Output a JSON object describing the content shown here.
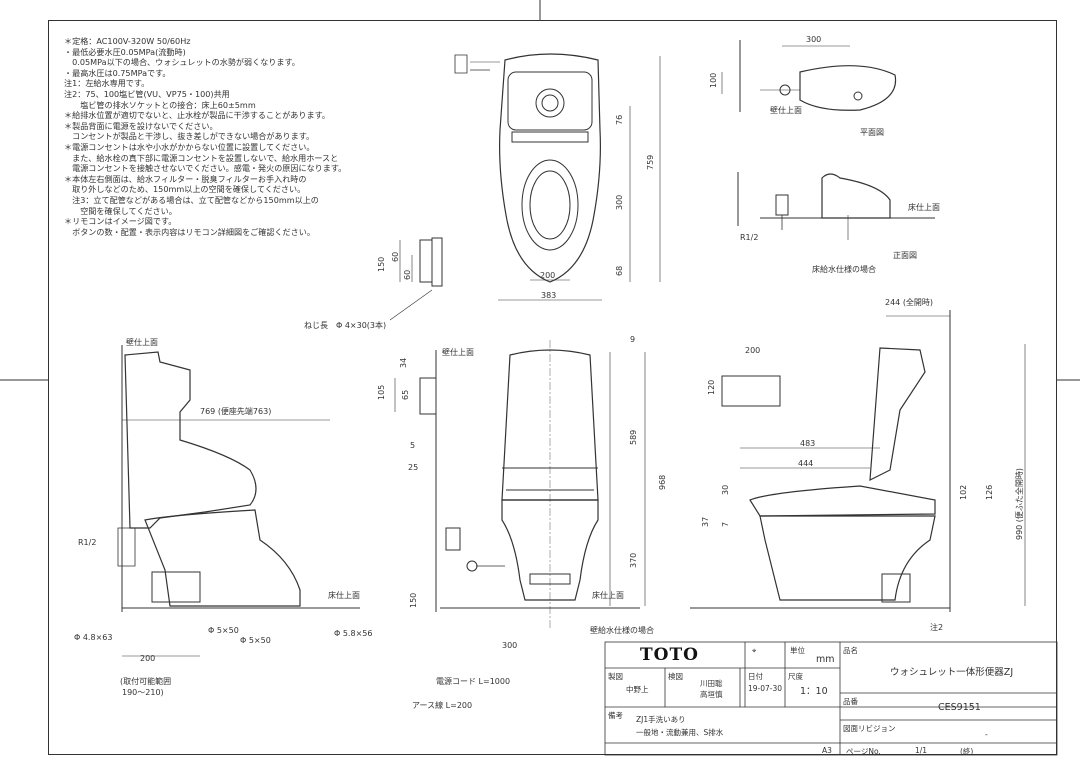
{
  "notes": [
    "＊定格：AC100V-320W 50/60Hz",
    "・最低必要水圧0.05MPa(流動時)",
    "　0.05MPa以下の場合、ウォシュレットの水勢が弱くなります。",
    "・最高水圧は0.75MPaです。",
    "注1：左給水専用です。",
    "注2：75、100塩ビ管(VU、VP75・100)共用",
    "　　塩ビ管の排水ソケットとの接合：床上60±5mm",
    "＊給排水位置が適切でないと、止水栓が製品に干渉することがあります。",
    "＊製品背面に電源を設けないでください。",
    "　コンセントが製品と干渉し、抜き差しができない場合があります。",
    "＊電源コンセントは水や小水がかからない位置に設置してください。",
    "　また、給水栓の真下部に電源コンセントを設置しないで、給水用ホースと",
    "　電源コンセントを接触させないでください。感電・発火の原因になります。",
    "＊本体左右側面は、給水フィルター・脱臭フィルターお手入れ時の",
    "　取り外しなどのため、150mm以上の空間を確保してください。",
    "　注3：立て配管などがある場合は、立て配管などから150mm以上の",
    "　　空間を確保してください。",
    "＊リモコンはイメージ図です。",
    "　ボタンの数・配置・表示内容はリモコン詳細図をご確認ください。"
  ],
  "labels": {
    "wall_top_1": "壁仕上面",
    "wall_top_2": "壁仕上面",
    "wall_top_3": "壁仕上面",
    "floor_1": "床仕上面",
    "floor_2": "床仕上面",
    "floor_3": "床仕上面",
    "plan_view": "平面図",
    "front_view": "正面図",
    "floor_supply": "床給水仕様の場合",
    "wall_supply": "壁給水仕様の場合",
    "r12_left": "R1/2",
    "r12_right": "R1/2",
    "screw": "ねじ長　Φ 4×30(3本)",
    "power_cord": "電源コード L=1000",
    "earth_wire": "アース線 L=200",
    "note2": "注2",
    "install_range": "(取付可能範囲",
    "install_range_val": "190～210)",
    "full_open": "244 (全開時)",
    "seat_open": "990 (便ふた全開時)",
    "seat_tip": "769 (便座先端763)"
  },
  "dims": {
    "top_759": "759",
    "top_76": "76",
    "top_300": "300",
    "top_68": "68",
    "top_200": "200",
    "top_383": "383",
    "plan_300": "300",
    "plan_100": "100",
    "rem_150": "150",
    "rem_60a": "60",
    "rem_60b": "60",
    "rem2_34": "34",
    "rem2_105": "105",
    "rem2_65": "65",
    "f_9": "9",
    "f_589": "589",
    "f_968": "968",
    "f_370": "370",
    "f_5": "5",
    "f_25": "25",
    "f_150": "150",
    "f_300": "300",
    "s_200": "200",
    "s_48": "Φ 4.8×63",
    "s_5a": "Φ 5×50",
    "s_5b": "Φ 5×50",
    "s_58": "Φ 5.8×56",
    "r_200": "200",
    "r_120": "120",
    "r_483": "483",
    "r_444": "444",
    "r_30": "30",
    "r_37": "37",
    "r_7": "7",
    "r_102": "102",
    "r_126": "126"
  },
  "title_block": {
    "brand": "TOTO",
    "unit_label": "単位",
    "unit": "mm",
    "name_label": "品名",
    "name": "ウォシュレット一体形便器ZJ",
    "drawn_label": "製図",
    "drawn": "中野上",
    "check_label": "検図",
    "check1": "川田聡",
    "check2": "高垣慎",
    "date_label": "日付",
    "date": "19-07-30",
    "scale_label": "尺度",
    "scale": "1：10",
    "model_label": "品番",
    "model": "CES9151",
    "note_label": "備考",
    "note1": "ZJ1手洗いあり",
    "note2": "一般地・流動兼用、S排水",
    "rev_label": "図面リビジョン",
    "rev": "-",
    "size": "A3",
    "page_label": "ページNo.",
    "page": "1/1",
    "page_end": "(終)"
  }
}
